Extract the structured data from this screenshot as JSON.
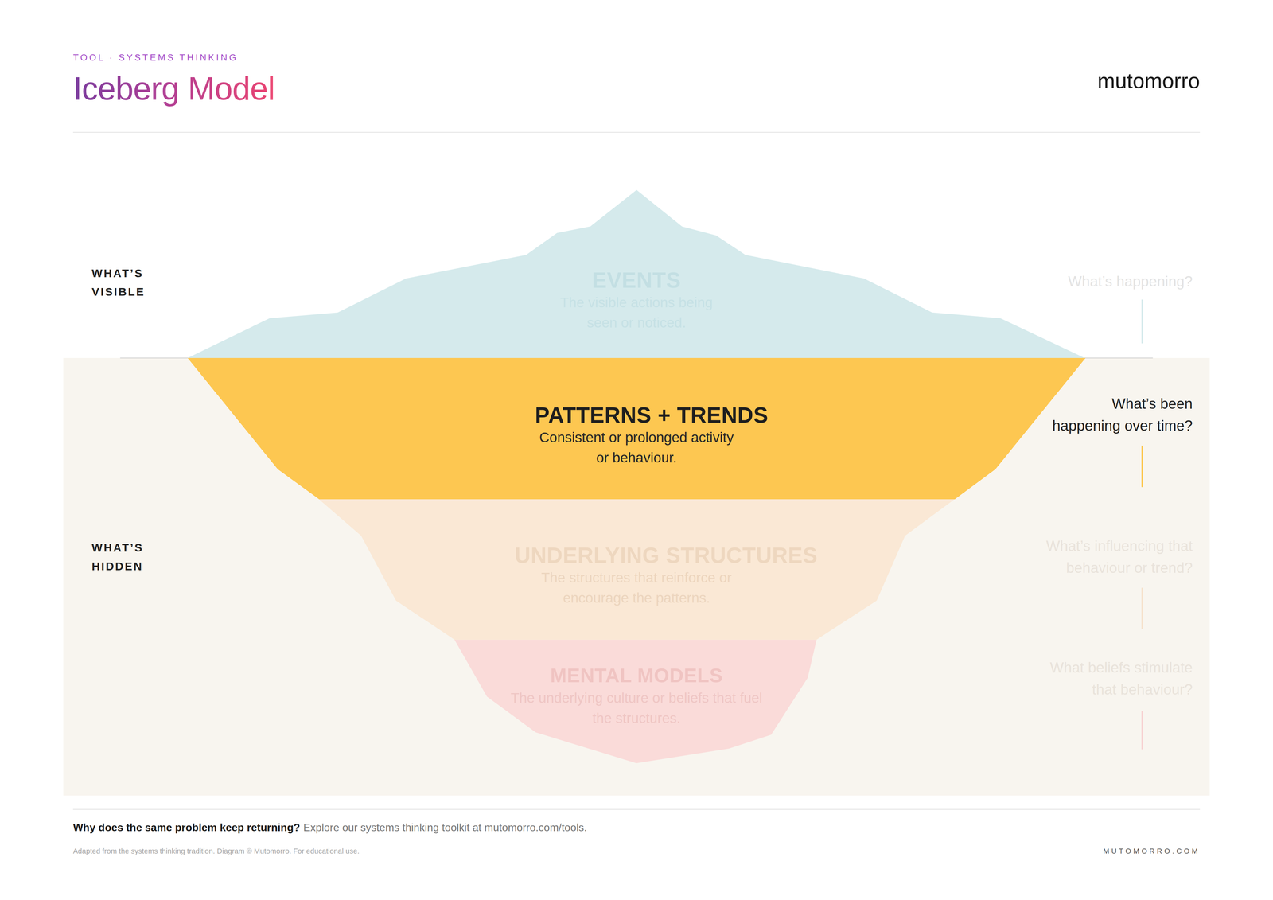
{
  "diagram": {
    "title": "Iceberg Model",
    "nodes": [
      {
        "text": [
          "EVENTS",
          "The visible actions being seen or noticed."
        ]
      },
      {
        "text": [
          "PATTERNS + TRENDS",
          "Consistent or prolonged activity or behaviour."
        ]
      },
      {
        "text": [
          "UNDERLYING STRUCTURES",
          "The structures that reinforce or encourage the patterns."
        ]
      },
      {
        "text": [
          "MENTAL MODELS",
          "The underlying culture or beliefs that fuel the structures."
        ]
      }
    ],
    "labels": [
      "TOOL · SYSTEMS THINKING",
      "mutomorro",
      "WHAT’S VISIBLE",
      "WHAT’S HIDDEN",
      "What’s happening?",
      "What’s been happening over time?",
      "What’s influencing that behaviour or trend?",
      "What beliefs stimulate that behaviour?",
      "Why does the same problem keep returning?",
      "Explore our systems thinking toolkit at mutomorro.com/tools.",
      "Adapted from the systems thinking tradition. Diagram © Mutomorro. For educational use.",
      "MUTOMORRO.COM"
    ]
  }
}
